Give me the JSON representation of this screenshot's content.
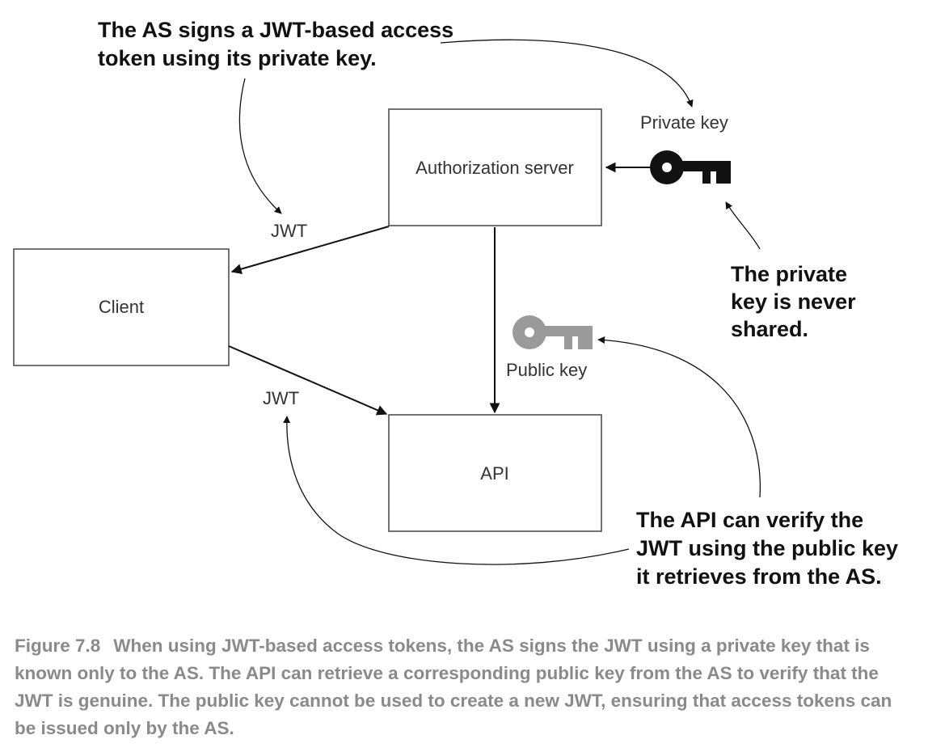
{
  "diagram": {
    "boxes": {
      "authorization_server": "Authorization server",
      "client": "Client",
      "api": "API"
    },
    "labels": {
      "jwt_top": "JWT",
      "jwt_bottom": "JWT",
      "private_key": "Private key",
      "public_key": "Public key"
    },
    "callouts": {
      "as_signs": [
        "The AS signs a JWT-based access",
        "token using its private key."
      ],
      "private_never_shared": [
        "The private",
        "key is never",
        "shared."
      ],
      "api_verify": [
        "The API can verify the",
        "JWT using the public key",
        "it retrieves from the AS."
      ]
    },
    "colors": {
      "private_key": "#111111",
      "public_key": "#9a9a9a",
      "caption": "#8a8a8a"
    }
  },
  "caption": {
    "number": "Figure 7.8",
    "text": "When using JWT-based access tokens, the AS signs the JWT using a private key that is known only to the AS. The API can retrieve a corresponding public key from the AS to verify that the JWT is genuine. The public key cannot be used to create a new JWT, ensuring that access tokens can be issued only by the AS."
  }
}
